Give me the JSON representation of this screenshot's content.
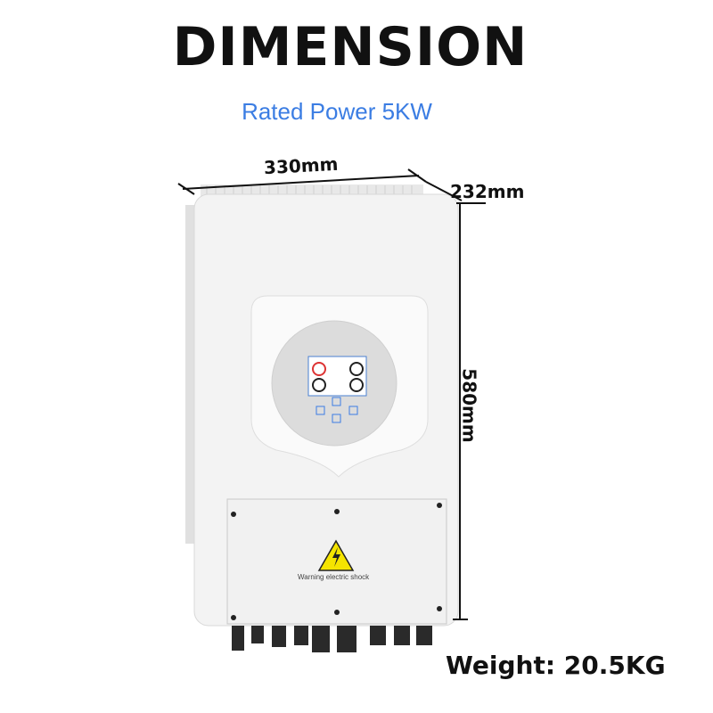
{
  "title": "DIMENSION",
  "subtitle": "Rated Power 5KW",
  "dimensions": {
    "width": "330mm",
    "depth": "232mm",
    "height": "580mm"
  },
  "weight": "Weight: 20.5KG",
  "device": {
    "warning_label": "Warning electric shock"
  },
  "colors": {
    "accent": "#3b7de3",
    "warning": "#f5e400"
  }
}
